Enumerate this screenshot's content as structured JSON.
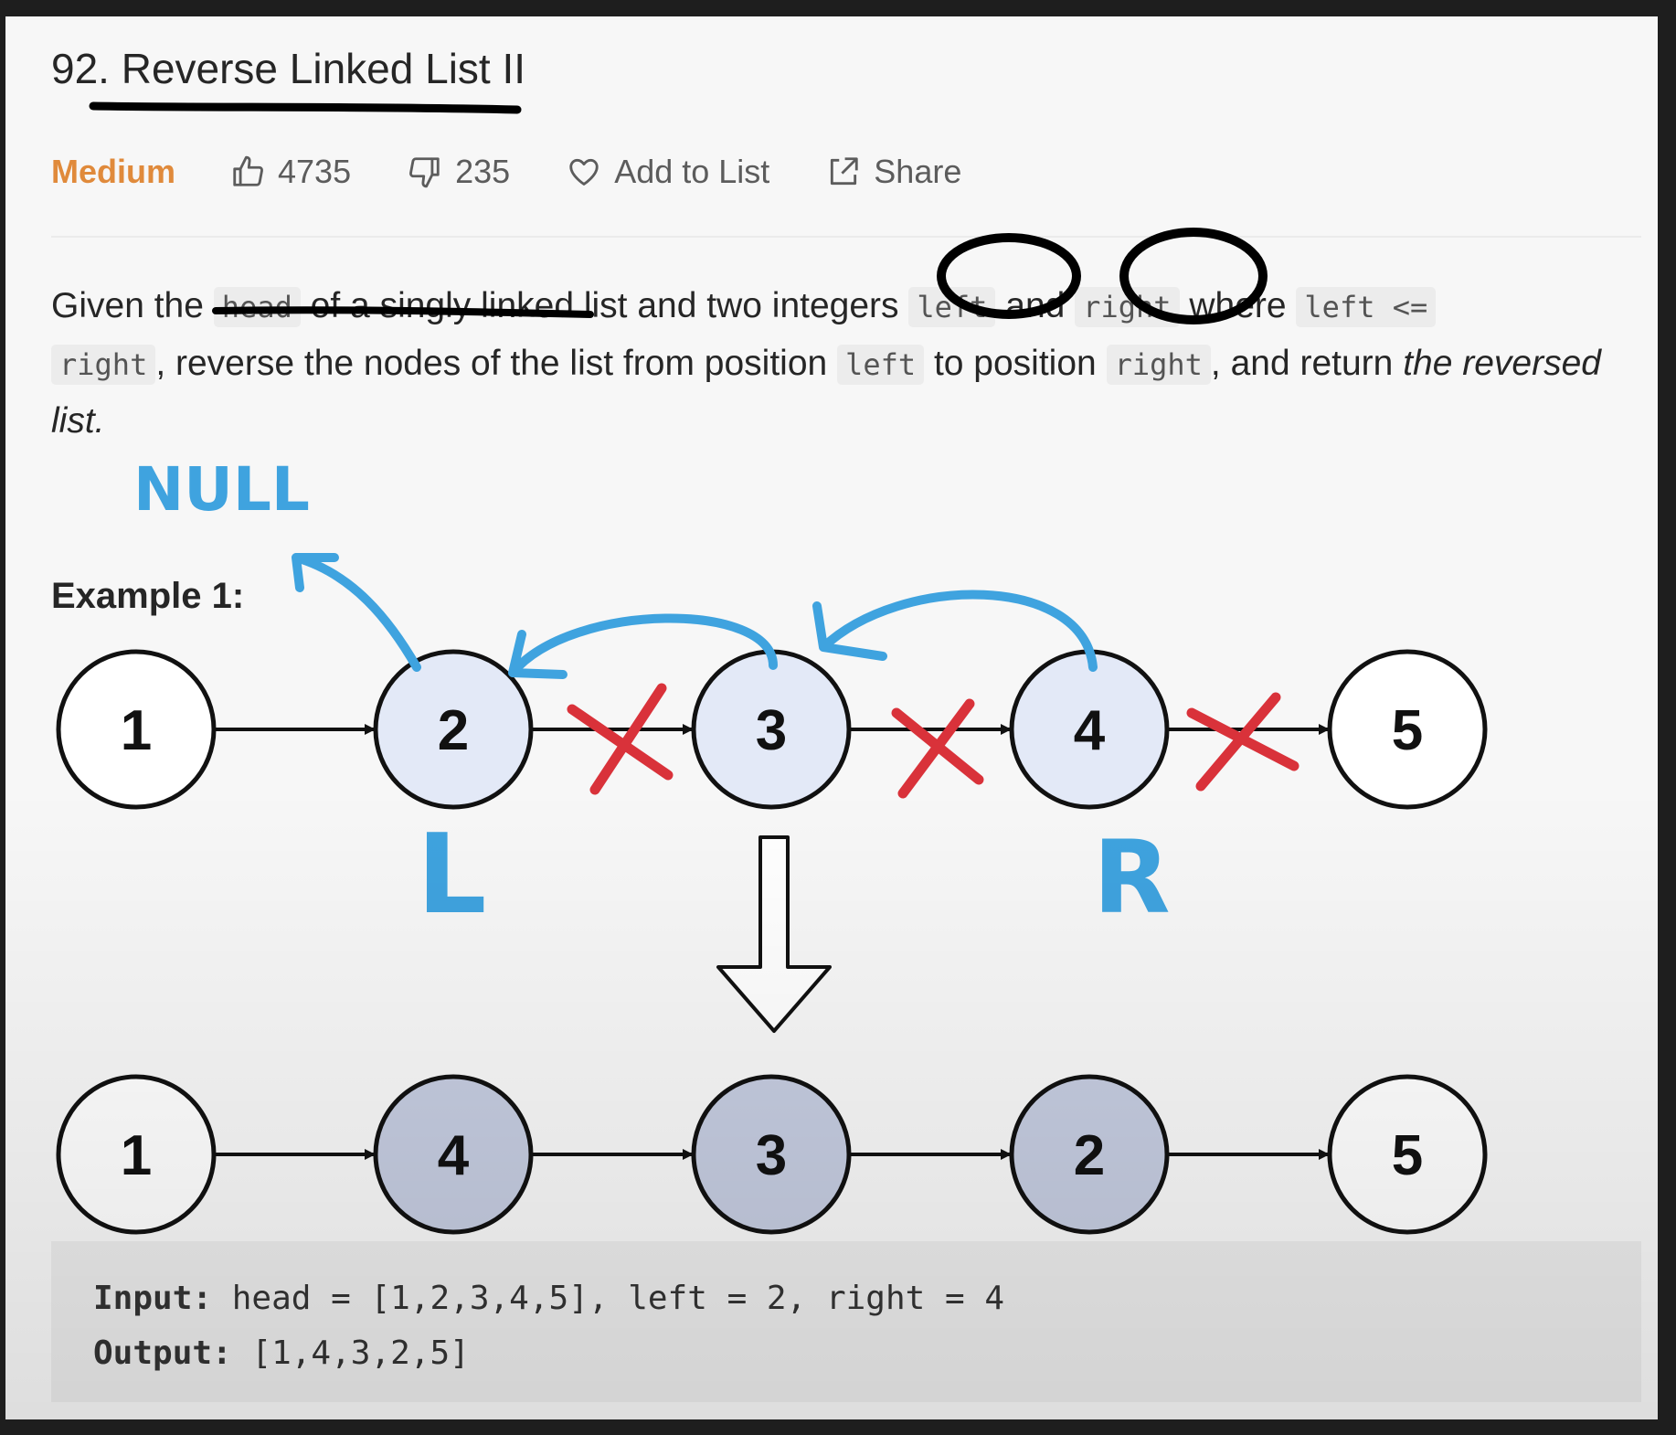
{
  "problem": {
    "title": "92. Reverse Linked List II",
    "difficulty": "Medium",
    "likes": "4735",
    "dislikes": "235",
    "add_to_list": "Add to List",
    "share": "Share"
  },
  "description": {
    "t1": "Given the ",
    "c_head": "head",
    "t2": " of a singly linked list and two integers ",
    "c_left": "left",
    "t3": " and ",
    "c_right": "right",
    "t4": " where ",
    "c_left_le": "left <=",
    "c_right2": "right",
    "t5": ", reverse the nodes of the list from position ",
    "c_left2": "left",
    "t6": " to position ",
    "c_right3": "right",
    "t7": ", and return ",
    "t8_italic": "the reversed list."
  },
  "example": {
    "title": "Example 1:",
    "input_label": "Input:",
    "input_value": "head = [1,2,3,4,5], left = 2, right = 4",
    "output_label": "Output:",
    "output_value": "[1,4,3,2,5]"
  },
  "diagram": {
    "before": [
      "1",
      "2",
      "3",
      "4",
      "5"
    ],
    "after": [
      "1",
      "4",
      "3",
      "2",
      "5"
    ],
    "highlight_light": "#e3e9f7",
    "highlight_dark": "#c5cce0"
  },
  "annotations": {
    "null_label": "NULL",
    "left_marker": "L",
    "right_marker": "R",
    "ink_blue": "#3fa3df",
    "ink_red": "#d9323a",
    "ink_black": "#000000"
  }
}
